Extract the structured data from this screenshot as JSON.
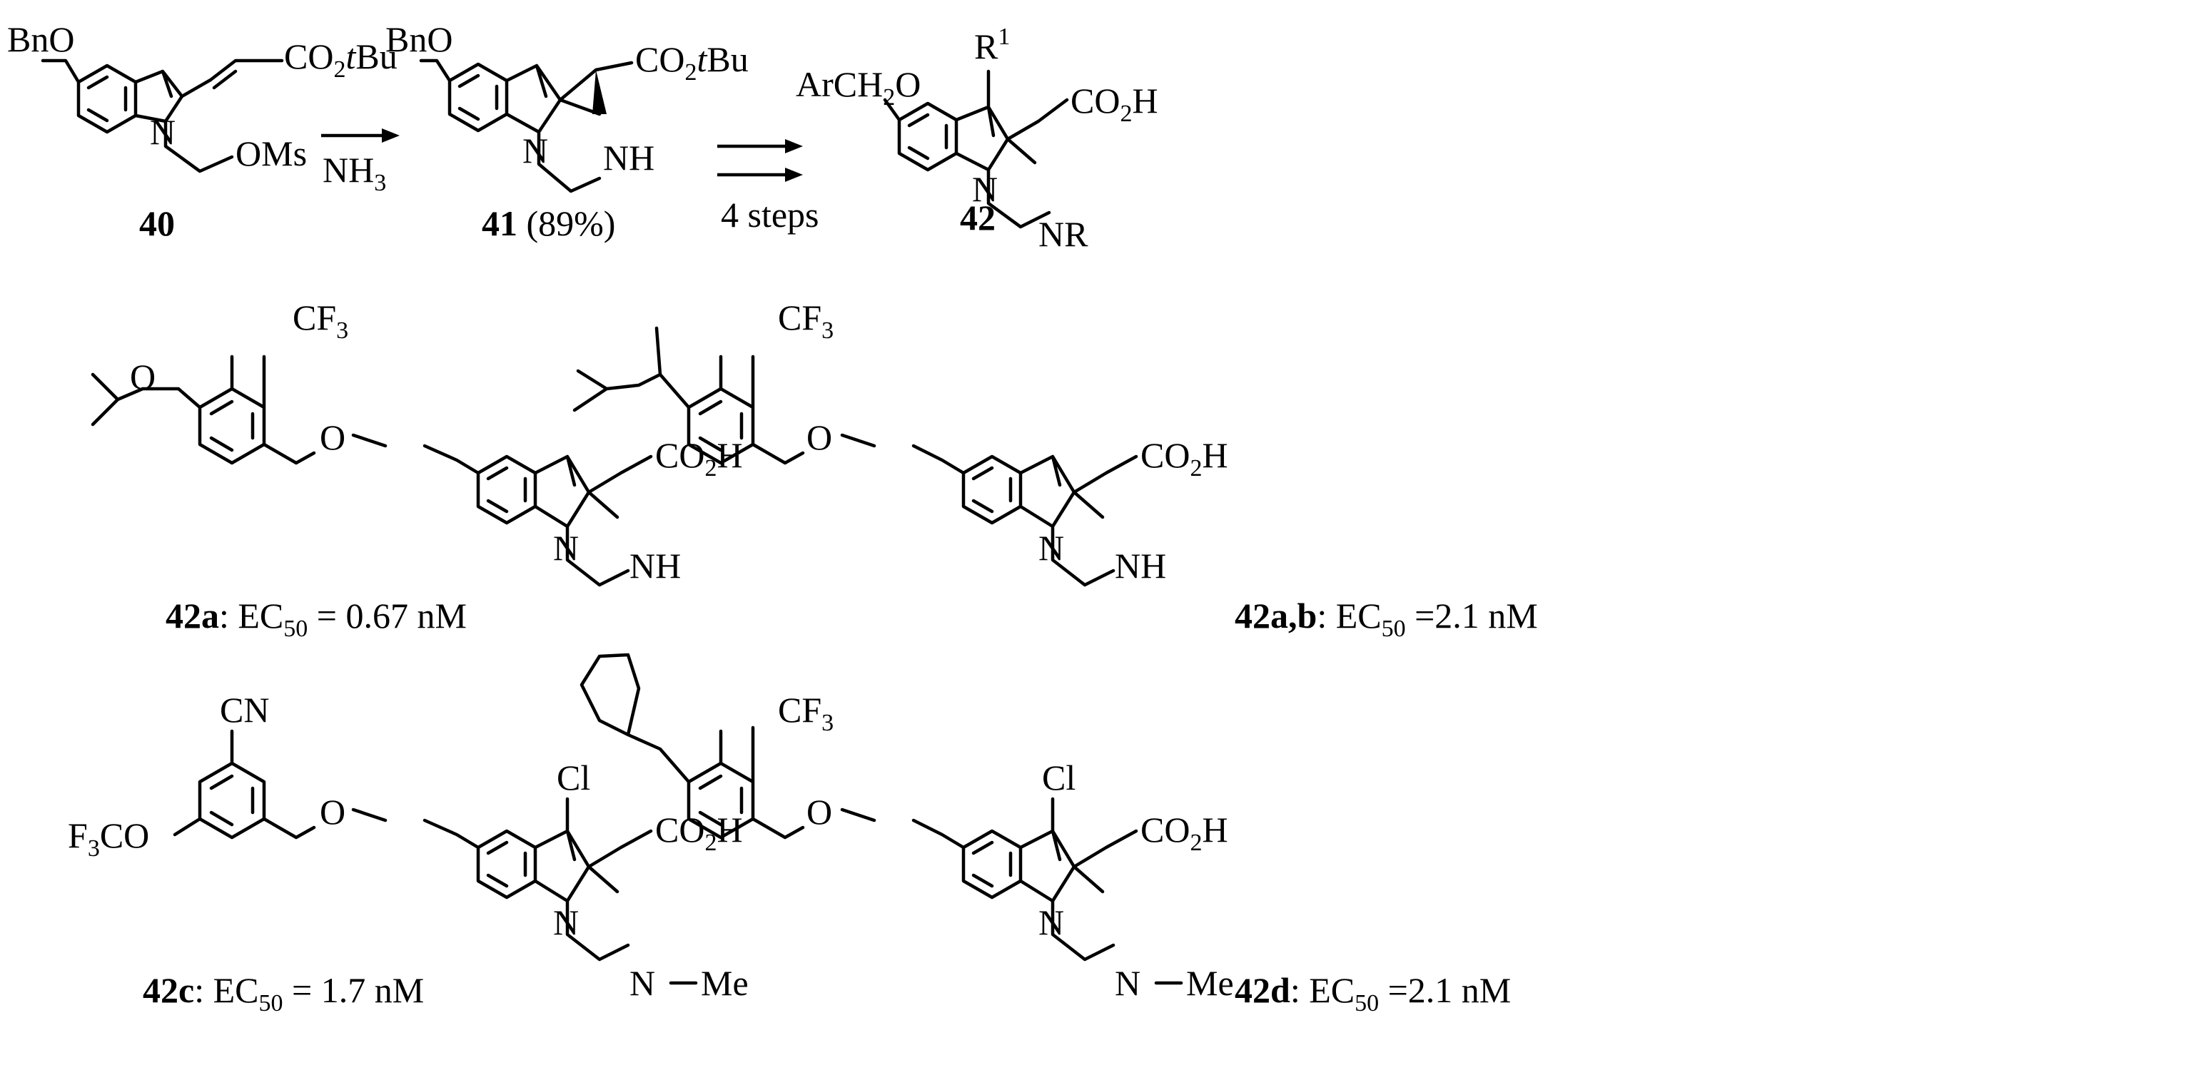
{
  "scheme": {
    "reactant": {
      "id": "40",
      "groups": {
        "benzyloxy": "BnO",
        "ester": "CO",
        "ester_sub": "2",
        "ester_tail": "tBu",
        "mesylate": "OMs",
        "ring_n": "N"
      }
    },
    "step1": {
      "reagent": "NH",
      "reagent_sub": "3"
    },
    "intermediate": {
      "id": "41",
      "yield": "(89%)",
      "groups": {
        "benzyloxy": "BnO",
        "ester": "CO",
        "ester_sub": "2",
        "ester_tail": "tBu",
        "ring_n": "N",
        "amine": "NH"
      }
    },
    "step2": {
      "label": "4 steps"
    },
    "product": {
      "id": "42",
      "groups": {
        "aryl_ether": "ArCH",
        "aryl_ether_sub": "2",
        "aryl_ether_tail": "O",
        "r1": "R",
        "r1_sup": "1",
        "acid": "CO",
        "acid_sub": "2",
        "acid_tail": "H",
        "ring_n": "N",
        "amine": "NR"
      }
    }
  },
  "compounds": [
    {
      "id": "42a",
      "sep": ": EC",
      "sub": "50",
      "value": " = 0.67 nM",
      "groups": {
        "cf3": "CF",
        "cf3_sub": "3",
        "ether_o": "O",
        "link_o": "O",
        "acid": "CO",
        "acid_sub": "2",
        "acid_tail": "H",
        "ring_n": "N",
        "amine": "NH"
      }
    },
    {
      "id": "42a,b",
      "sep": ": EC",
      "sub": "50",
      "value": " =2.1 nM",
      "groups": {
        "cf3": "CF",
        "cf3_sub": "3",
        "link_o": "O",
        "acid": "CO",
        "acid_sub": "2",
        "acid_tail": "H",
        "ring_n": "N",
        "amine": "NH"
      }
    },
    {
      "id": "42c",
      "sep": ": EC",
      "sub": "50",
      "value": " = 1.7 nM",
      "groups": {
        "cn": "CN",
        "ocf3": "F",
        "ocf3_sub": "3",
        "ocf3_tail": "CO",
        "link_o": "O",
        "cl": "Cl",
        "acid": "CO",
        "acid_sub": "2",
        "acid_tail": "H",
        "ring_n": "N",
        "amine": "N",
        "methyl": "Me"
      }
    },
    {
      "id": "42d",
      "sep": ": EC",
      "sub": "50",
      "value": " =2.1 nM",
      "groups": {
        "cf3": "CF",
        "cf3_sub": "3",
        "link_o": "O",
        "cl": "Cl",
        "acid": "CO",
        "acid_sub": "2",
        "acid_tail": "H",
        "ring_n": "N",
        "amine": "N",
        "methyl": "Me"
      }
    }
  ]
}
